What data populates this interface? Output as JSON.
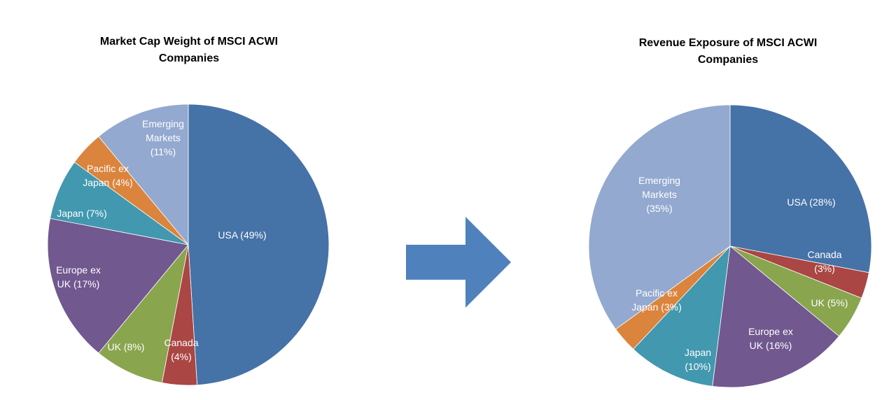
{
  "chart_data": [
    {
      "type": "pie",
      "title_lines": [
        "Market Cap Weight of MSCI ACWI",
        "Companies"
      ],
      "slices": [
        {
          "label_lines": [
            "USA (49%)"
          ],
          "value": 49,
          "color": "#4572A7"
        },
        {
          "label_lines": [
            "Canada",
            "(4%)"
          ],
          "value": 4,
          "color": "#AA4643"
        },
        {
          "label_lines": [
            "UK (8%)"
          ],
          "value": 8,
          "color": "#89A54E"
        },
        {
          "label_lines": [
            "Europe ex",
            "UK (17%)"
          ],
          "value": 17,
          "color": "#71588F"
        },
        {
          "label_lines": [
            "Japan (7%)"
          ],
          "value": 7,
          "color": "#4198AF"
        },
        {
          "label_lines": [
            "Pacific ex",
            "Japan (4%)"
          ],
          "value": 4,
          "color": "#DB843D"
        },
        {
          "label_lines": [
            "Emerging",
            "Markets",
            "(11%)"
          ],
          "value": 11,
          "color": "#93A9CF"
        }
      ]
    },
    {
      "type": "pie",
      "title_lines": [
        "Revenue Exposure of MSCI ACWI",
        "Companies"
      ],
      "slices": [
        {
          "label_lines": [
            "USA (28%)"
          ],
          "value": 28,
          "color": "#4572A7"
        },
        {
          "label_lines": [
            "Canada",
            "(3%)"
          ],
          "value": 3,
          "color": "#AA4643"
        },
        {
          "label_lines": [
            "UK (5%)"
          ],
          "value": 5,
          "color": "#89A54E"
        },
        {
          "label_lines": [
            "Europe ex",
            "UK (16%)"
          ],
          "value": 16,
          "color": "#71588F"
        },
        {
          "label_lines": [
            "Japan",
            "(10%)"
          ],
          "value": 10,
          "color": "#4198AF"
        },
        {
          "label_lines": [
            "Pacific ex",
            "Japan (3%)"
          ],
          "value": 3,
          "color": "#DB843D"
        },
        {
          "label_lines": [
            "Emerging",
            "Markets",
            "(35%)"
          ],
          "value": 35,
          "color": "#93A9CF"
        }
      ]
    }
  ],
  "arrow": {
    "color": "#4F81BD"
  }
}
